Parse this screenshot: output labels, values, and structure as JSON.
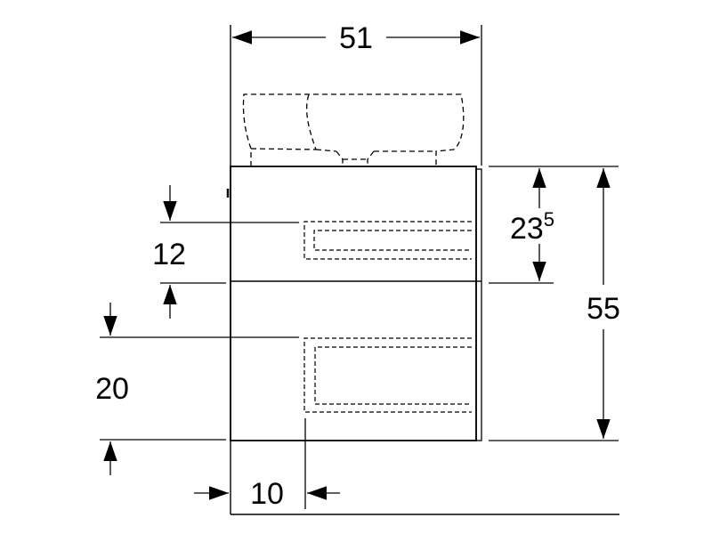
{
  "dimensions": {
    "width": "51",
    "drawer_height": "23",
    "drawer_height_sup": "5",
    "total_height": "55",
    "upper_offset": "12",
    "lower_offset": "20",
    "depth_offset": "10"
  },
  "colors": {
    "line": "#000000",
    "background": "#ffffff"
  }
}
